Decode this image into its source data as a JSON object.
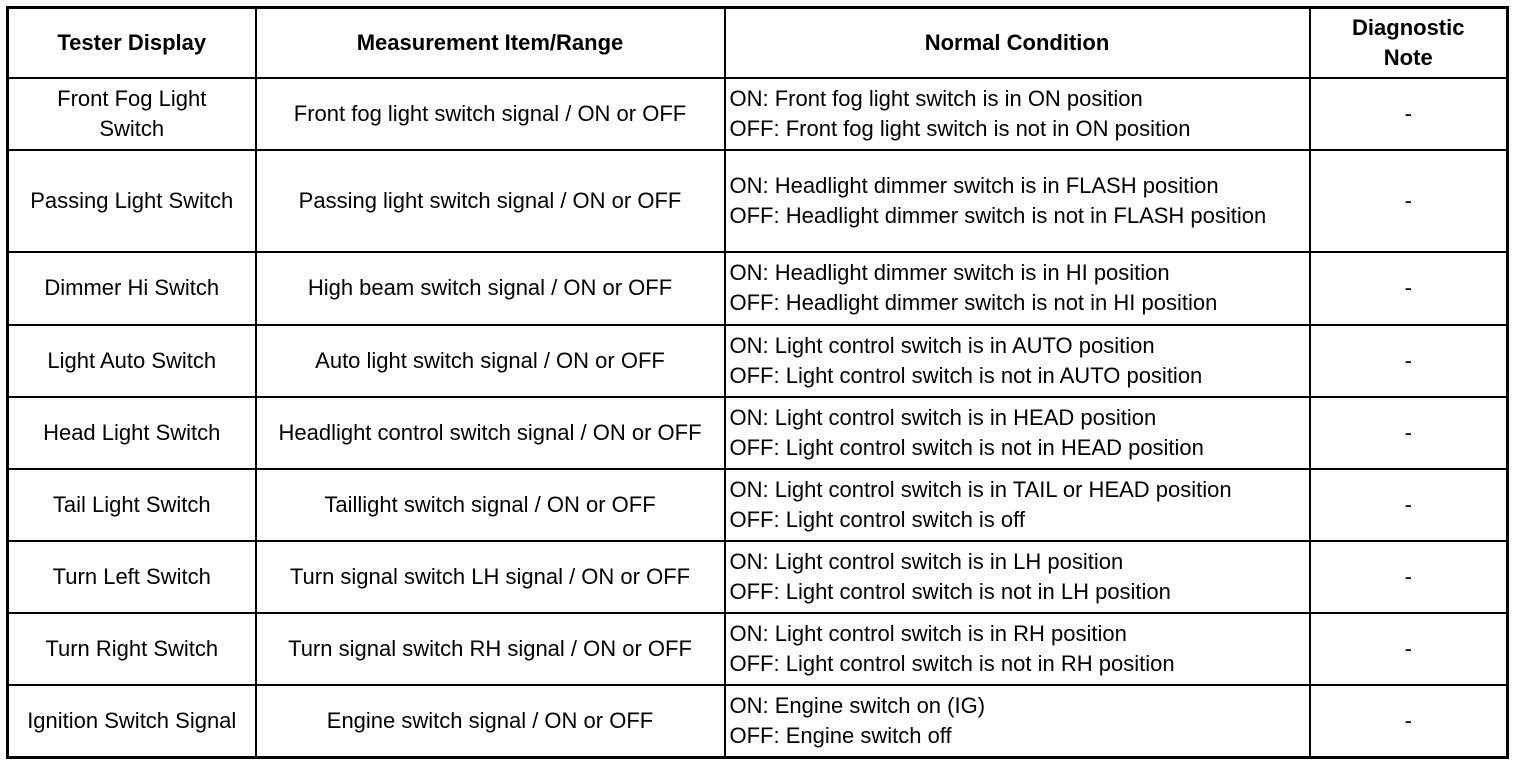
{
  "headers": [
    "Tester Display",
    "Measurement Item/Range",
    "Normal Condition",
    "Diagnostic Note"
  ],
  "rows": [
    {
      "tester_display": "Front Fog Light Switch",
      "measurement": "Front fog light switch signal / ON or OFF",
      "normal_on": "ON: Front fog light switch is in ON position",
      "normal_off": "OFF: Front fog light switch is not in ON position",
      "note": "-"
    },
    {
      "tester_display": "Passing Light Switch",
      "measurement": "Passing light switch signal / ON or OFF",
      "normal_on": "ON: Headlight dimmer switch is in FLASH position",
      "normal_off": "OFF: Headlight dimmer switch is not in FLASH position",
      "note": "-"
    },
    {
      "tester_display": "Dimmer Hi Switch",
      "measurement": "High beam switch signal / ON or OFF",
      "normal_on": "ON: Headlight dimmer switch is in HI position",
      "normal_off": "OFF: Headlight dimmer switch is not in HI position",
      "note": "-"
    },
    {
      "tester_display": "Light Auto Switch",
      "measurement": "Auto light switch signal / ON or OFF",
      "normal_on": "ON: Light control switch is in AUTO position",
      "normal_off": "OFF: Light control switch is not in AUTO position",
      "note": "-"
    },
    {
      "tester_display": "Head Light Switch",
      "measurement": "Headlight control switch signal / ON or OFF",
      "normal_on": "ON: Light control switch is in HEAD position",
      "normal_off": "OFF: Light control switch is not in HEAD position",
      "note": "-"
    },
    {
      "tester_display": "Tail Light Switch",
      "measurement": "Taillight switch signal / ON or OFF",
      "normal_on": "ON: Light control switch is in TAIL or HEAD position",
      "normal_off": "OFF: Light control switch is off",
      "note": "-"
    },
    {
      "tester_display": "Turn Left Switch",
      "measurement": "Turn signal switch LH signal / ON or OFF",
      "normal_on": "ON: Light control switch is in LH position",
      "normal_off": "OFF: Light control switch is not in LH position",
      "note": "-"
    },
    {
      "tester_display": "Turn Right Switch",
      "measurement": "Turn signal switch RH signal / ON or OFF",
      "normal_on": "ON: Light control switch is in RH position",
      "normal_off": "OFF: Light control switch is not in RH position",
      "note": "-"
    },
    {
      "tester_display": "Ignition Switch Signal",
      "measurement": "Engine switch signal / ON or OFF",
      "normal_on": "ON: Engine switch on (IG)",
      "normal_off": "OFF: Engine switch off",
      "note": "-"
    }
  ]
}
